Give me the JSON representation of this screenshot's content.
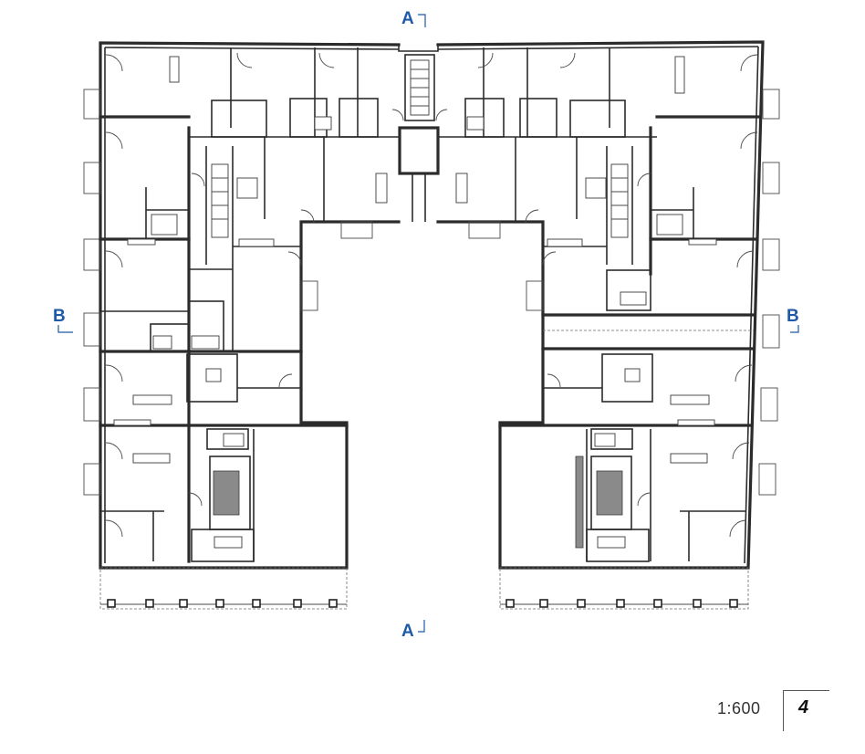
{
  "drawing": {
    "section_top_label": "A",
    "section_bottom_label": "A",
    "section_left_label": "B",
    "section_right_label": "B"
  },
  "footer": {
    "scale": "1:600",
    "page_number": "4"
  }
}
